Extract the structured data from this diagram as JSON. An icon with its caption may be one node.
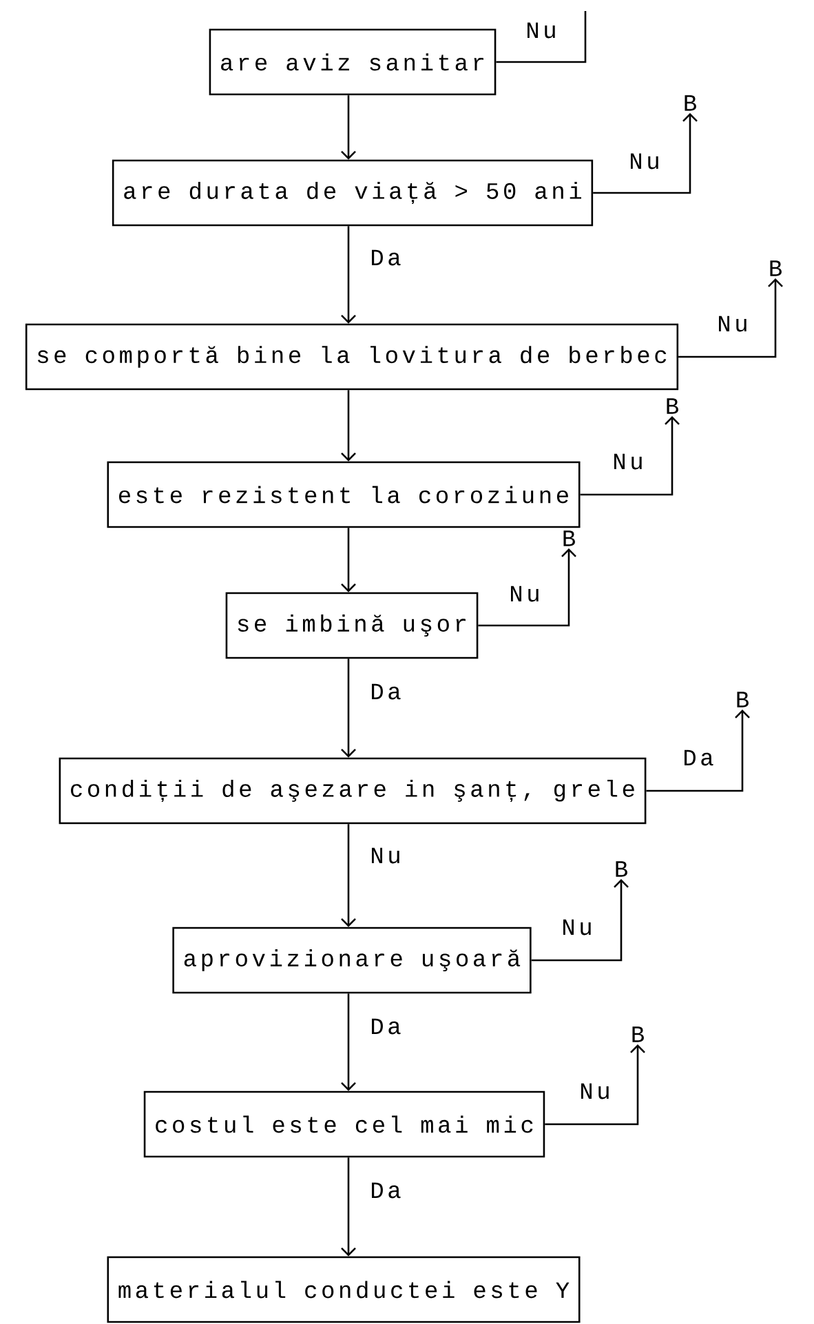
{
  "diagram": {
    "nodes": [
      {
        "text": [
          "are aviz sanitar"
        ]
      },
      {
        "text": [
          "B"
        ]
      },
      {
        "text": [
          "are durata de viață > 50 ani"
        ]
      },
      {
        "text": [
          "B"
        ]
      },
      {
        "text": [
          "se comportă bine la lovitura de berbec"
        ]
      },
      {
        "text": [
          "B"
        ]
      },
      {
        "text": [
          "este rezistent la coroziune"
        ]
      },
      {
        "text": [
          "B"
        ]
      },
      {
        "text": [
          "se imbină uşor"
        ]
      },
      {
        "text": [
          "B"
        ]
      },
      {
        "text": [
          "condiții de aşezare in şanț, grele"
        ]
      },
      {
        "text": [
          "B"
        ]
      },
      {
        "text": [
          "aprovizionare uşoară"
        ]
      },
      {
        "text": [
          "B"
        ]
      },
      {
        "text": [
          "costul este cel mai mic"
        ]
      },
      {
        "text": [
          "materialul conductei este Y"
        ]
      }
    ],
    "edges": [
      {
        "from": 0,
        "to": 2,
        "arrow": "to"
      },
      {
        "from": 2,
        "to": 4,
        "arrow": "to",
        "label": "Da"
      },
      {
        "from": 4,
        "to": 6,
        "arrow": "to"
      },
      {
        "from": 6,
        "to": 8,
        "arrow": "to"
      },
      {
        "from": 8,
        "to": 10,
        "arrow": "to",
        "label": "Da"
      },
      {
        "from": 10,
        "to": 12,
        "arrow": "to",
        "label": "Nu"
      },
      {
        "from": 12,
        "to": 14,
        "arrow": "to",
        "label": "Da"
      },
      {
        "from": 14,
        "to": 15,
        "arrow": "to",
        "label": "Da"
      },
      {
        "from": 0,
        "to": null,
        "arrow": "none",
        "label": "Nu"
      },
      {
        "from": 2,
        "to": 1,
        "arrow": "to",
        "label": "Nu"
      },
      {
        "from": 4,
        "to": 3,
        "arrow": "to",
        "label": "Nu"
      },
      {
        "from": 6,
        "to": 5,
        "arrow": "to",
        "label": "Nu"
      },
      {
        "from": 8,
        "to": 7,
        "arrow": "to",
        "label": "Nu"
      },
      {
        "from": 10,
        "to": 9,
        "arrow": "to",
        "label": "Da"
      },
      {
        "from": 12,
        "to": 11,
        "arrow": "to",
        "label": "Nu"
      },
      {
        "from": 14,
        "to": 13,
        "arrow": "to",
        "label": "Nu"
      }
    ]
  }
}
